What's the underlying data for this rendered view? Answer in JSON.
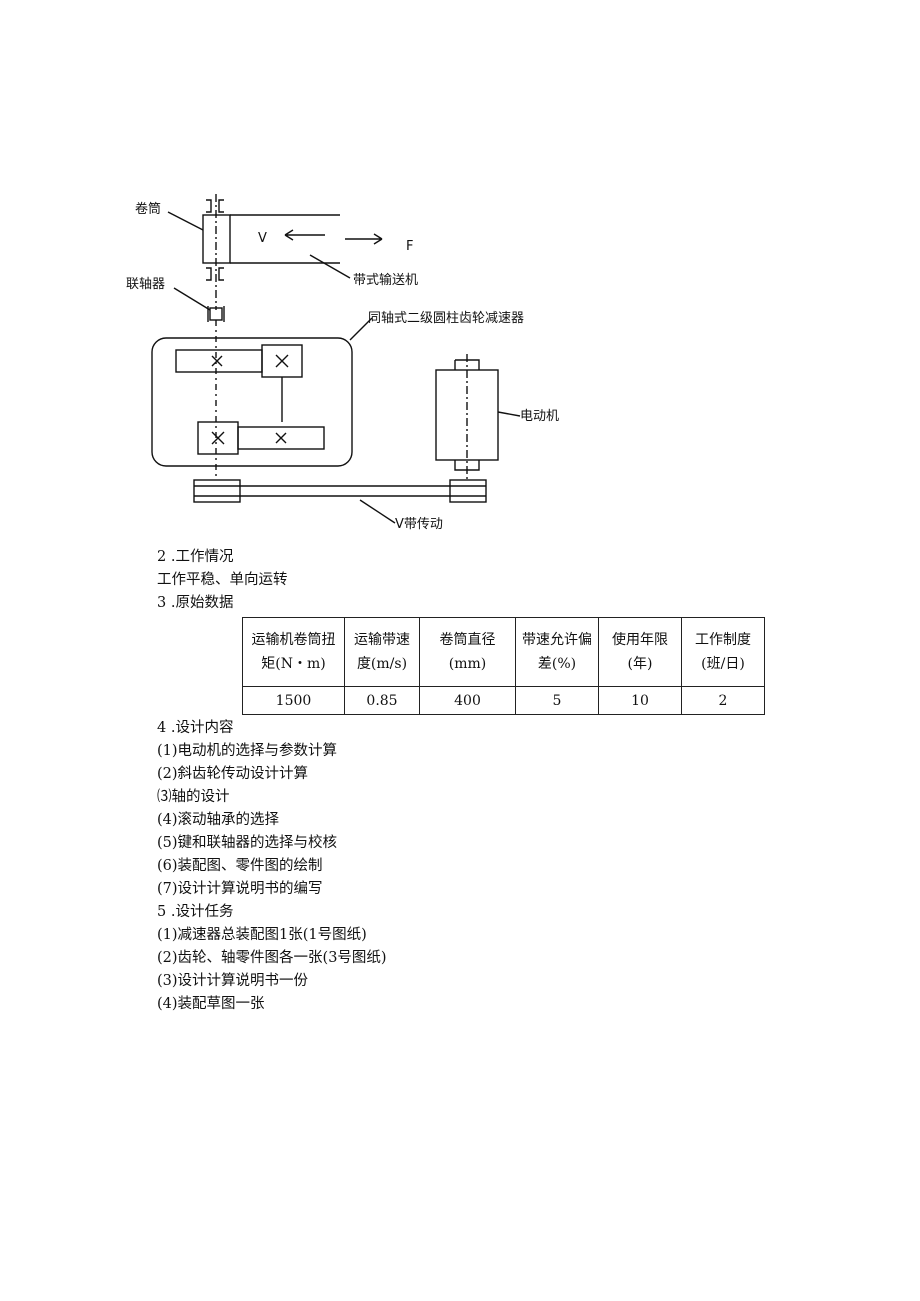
{
  "diagram": {
    "labels": {
      "drum": "卷筒",
      "coupling": "联轴器",
      "belt_conveyor": "带式输送机",
      "reducer": "同轴式二级圆柱齿轮减速器",
      "motor": "电动机",
      "v_belt": "V带传动",
      "velocity": "V",
      "force": "F"
    }
  },
  "sections": {
    "s2": {
      "heading": "2  .工作情况",
      "text": "工作平稳、单向运转"
    },
    "s3": {
      "heading": "3  .原始数据",
      "table": {
        "headers": [
          [
            "运输机卷筒扭",
            "矩(N・m)"
          ],
          [
            "运输带速",
            "度(m/s)"
          ],
          [
            "卷筒直径",
            "(mm)"
          ],
          [
            "带速允许偏",
            "差(%)"
          ],
          [
            "使用年限",
            "(年)"
          ],
          [
            "工作制度",
            "(班/日)"
          ]
        ],
        "values": [
          "1500",
          "0.85",
          "400",
          "5",
          "10",
          "2"
        ]
      }
    },
    "s4": {
      "heading": "4  .设计内容",
      "items": [
        "(1)电动机的选择与参数计算",
        "(2)斜齿轮传动设计计算",
        "⑶轴的设计",
        "(4)滚动轴承的选择",
        "(5)键和联轴器的选择与校核",
        "(6)装配图、零件图的绘制",
        "(7)设计计算说明书的编写"
      ]
    },
    "s5": {
      "heading": "5  .设计任务",
      "items": [
        "(1)减速器总装配图1张(1号图纸)",
        "(2)齿轮、轴零件图各一张(3号图纸)",
        "(3)设计计算说明书一份",
        "(4)装配草图一张"
      ]
    }
  }
}
